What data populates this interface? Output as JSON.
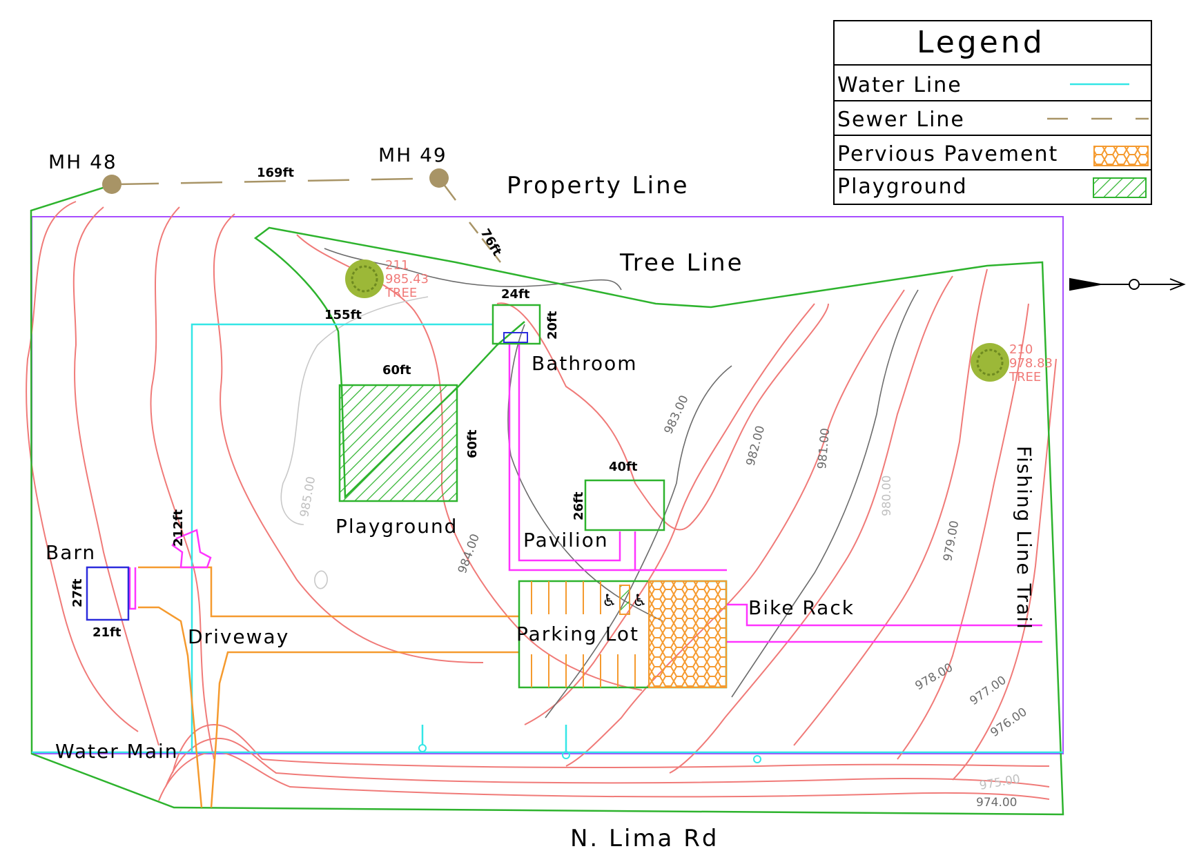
{
  "colors": {
    "water": "#33e6e6",
    "sewer": "#a89466",
    "property": "#a64dff",
    "treeline": "#2db32d",
    "contour_major": "#f07a78",
    "contour_existing": "#6b6b6b",
    "drive": "#f59a2e",
    "walk": "#ff33ff",
    "pervious": "#f59a2e",
    "playground": "#2db32d",
    "barn": "#2b2bdc"
  },
  "legend": {
    "title": "Legend",
    "items": [
      {
        "label": "Water Line",
        "icon": "water-line-swatch"
      },
      {
        "label": "Sewer Line",
        "icon": "sewer-line-swatch"
      },
      {
        "label": "Pervious Pavement",
        "icon": "pervious-pavement-swatch"
      },
      {
        "label": "Playground",
        "icon": "playground-hatch-swatch"
      }
    ]
  },
  "labels": {
    "mh48": "MH 48",
    "mh49": "MH 49",
    "property_line": "Property Line",
    "tree_line": "Tree Line",
    "bathroom": "Bathroom",
    "playground": "Playground",
    "pavilion": "Pavilion",
    "parking_lot": "Parking Lot",
    "bike_rack": "Bike Rack",
    "fishing_trail": "Fishing Line Trail",
    "barn": "Barn",
    "driveway": "Driveway",
    "water_main": "Water Main",
    "road": "N. Lima Rd"
  },
  "dimensions": {
    "sewer_run": "169ft",
    "sewer_spur": "76ft",
    "bath_width": "24ft",
    "bath_depth": "20ft",
    "water_run": "155ft",
    "play_width": "60ft",
    "play_depth": "60ft",
    "pavilion_width": "40ft",
    "pavilion_depth": "26ft",
    "drive_len": "212ft",
    "barn_depth": "27ft",
    "barn_width": "21ft"
  },
  "trees": [
    {
      "id": "211",
      "elev": "985.43",
      "kind": "TREE"
    },
    {
      "id": "210",
      "elev": "978.83",
      "kind": "TREE"
    }
  ],
  "contours": [
    "985.00",
    "984.00",
    "983.00",
    "982.00",
    "981.00",
    "980.00",
    "979.00",
    "978.00",
    "977.00",
    "976.00",
    "975.00",
    "974.00"
  ]
}
